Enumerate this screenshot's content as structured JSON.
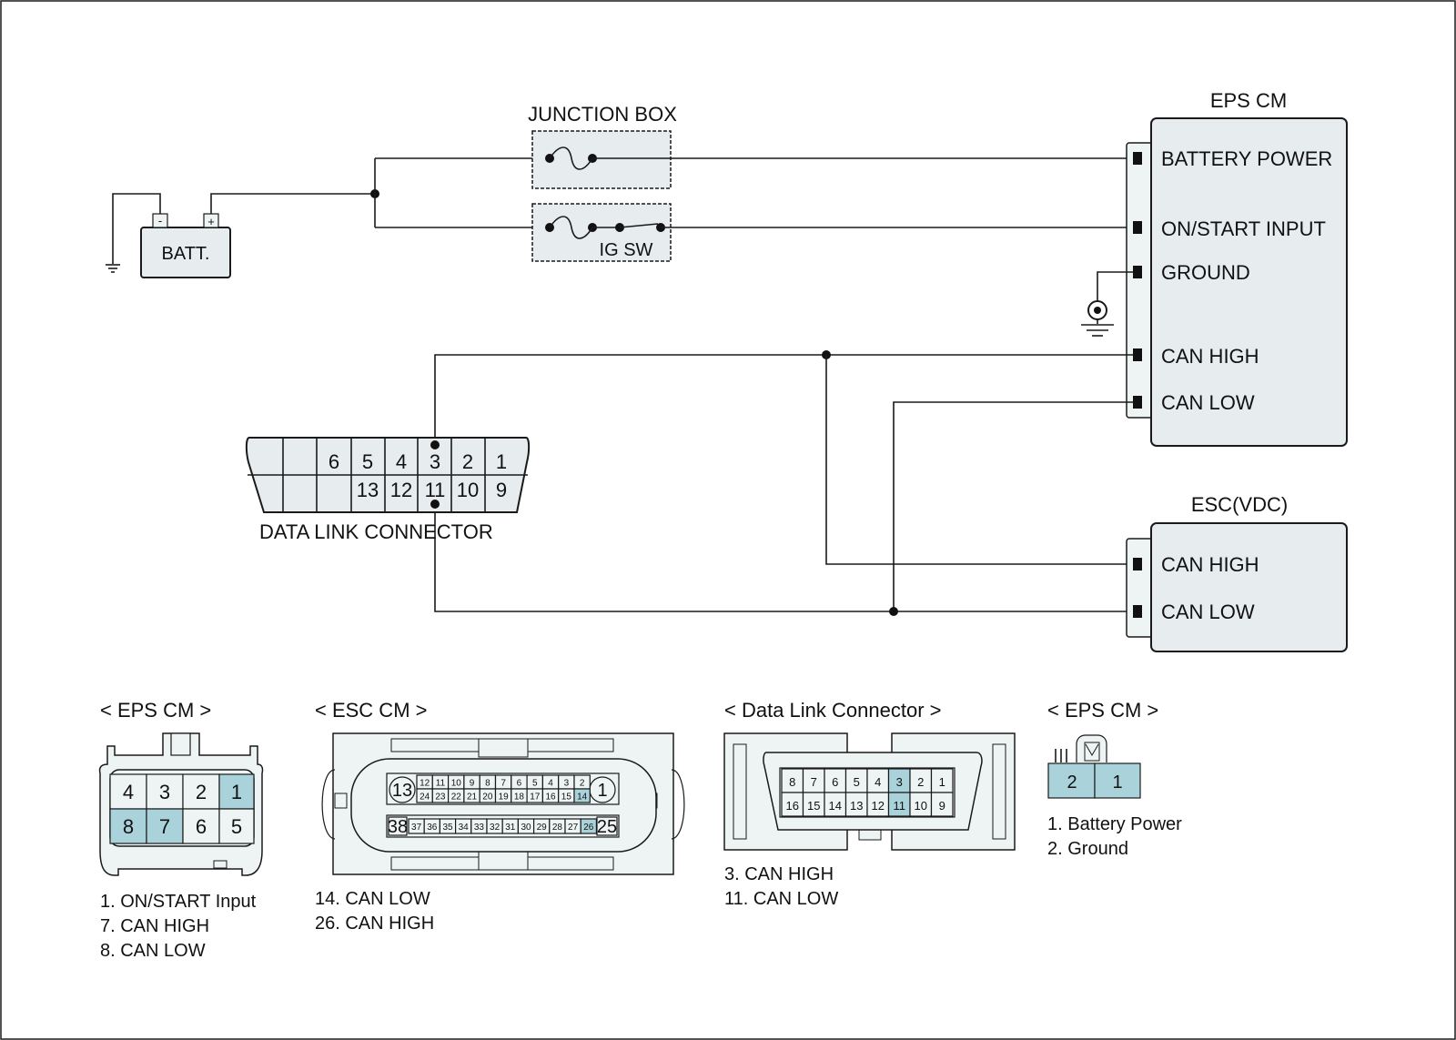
{
  "colors": {
    "module_fill": "#e7edef",
    "highlight_pin": "#a9d2db",
    "wire": "#1a1a1a"
  },
  "schematic": {
    "junction_box_label": "JUNCTION BOX",
    "ig_switch_label": "IG SW",
    "battery_label": "BATT.",
    "battery_neg": "-",
    "battery_pos": "+",
    "eps_cm": {
      "title": "EPS CM",
      "pins": [
        "BATTERY POWER",
        "ON/START INPUT",
        "GROUND",
        "CAN HIGH",
        "CAN LOW"
      ]
    },
    "esc_vdc": {
      "title": "ESC(VDC)",
      "pins": [
        "CAN HIGH",
        "CAN LOW"
      ]
    },
    "dlc": {
      "label": "DATA LINK CONNECTOR",
      "top_row": [
        "6",
        "5",
        "4",
        "3",
        "2",
        "1"
      ],
      "bottom_row": [
        "13",
        "12",
        "11",
        "10",
        "9"
      ]
    }
  },
  "connectors": {
    "eps_cm_8pin": {
      "title": "< EPS CM >",
      "top_row": [
        "4",
        "3",
        "2",
        "1"
      ],
      "bottom_row": [
        "8",
        "7",
        "6",
        "5"
      ],
      "highlighted": [
        "1",
        "7",
        "8"
      ],
      "legend": [
        "1. ON/START Input",
        "7. CAN HIGH",
        "8. CAN LOW"
      ]
    },
    "esc_cm": {
      "title": "< ESC CM >",
      "row1_big_left": "13",
      "row1_small_top": [
        "12",
        "11",
        "10",
        "9",
        "8",
        "7",
        "6",
        "5",
        "4",
        "3",
        "2"
      ],
      "row1_small_bottom": [
        "24",
        "23",
        "22",
        "21",
        "20",
        "19",
        "18",
        "17",
        "16",
        "15",
        "14"
      ],
      "row1_big_right": "1",
      "row2_big_left": "38",
      "row2_small": [
        "37",
        "36",
        "35",
        "34",
        "33",
        "32",
        "31",
        "30",
        "29",
        "28",
        "27",
        "26"
      ],
      "row2_big_right": "25",
      "highlighted": [
        "14",
        "26"
      ],
      "legend": [
        "14. CAN LOW",
        "26. CAN HIGH"
      ]
    },
    "dlc": {
      "title": "< Data Link Connector >",
      "top_row": [
        "8",
        "7",
        "6",
        "5",
        "4",
        "3",
        "2",
        "1"
      ],
      "bottom_row": [
        "16",
        "15",
        "14",
        "13",
        "12",
        "11",
        "10",
        "9"
      ],
      "highlighted": [
        "3",
        "11"
      ],
      "legend": [
        "3. CAN HIGH",
        "11. CAN LOW"
      ]
    },
    "eps_cm_2pin": {
      "title": "< EPS CM >",
      "pins": [
        "2",
        "1"
      ],
      "legend": [
        "1. Battery Power",
        "2. Ground"
      ]
    }
  }
}
